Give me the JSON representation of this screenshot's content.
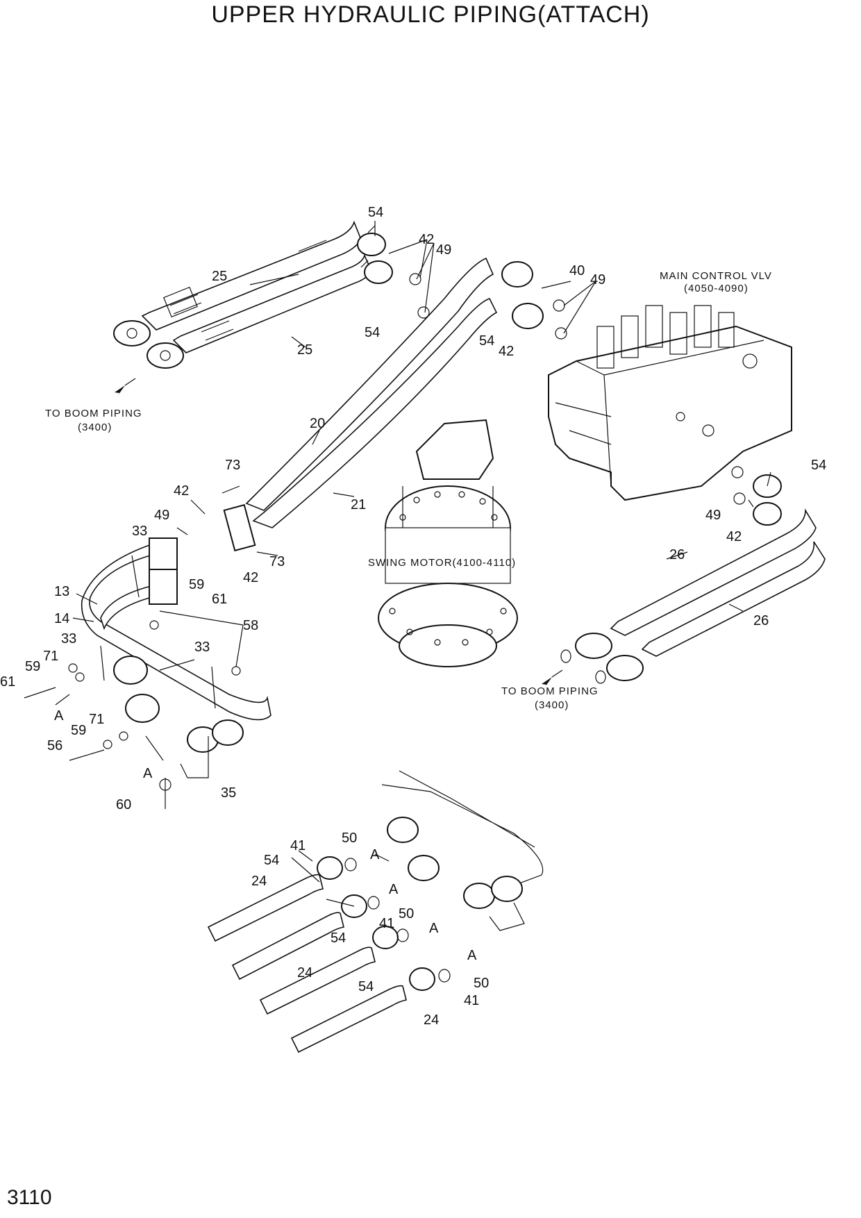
{
  "title": "UPPER HYDRAULIC PIPING(ATTACH)",
  "page_number": "3110",
  "notes": {
    "main_control_valve": "MAIN CONTROL VLV",
    "main_control_valve_ref": "(4050-4090)",
    "swing_motor": "SWING MOTOR(4100-4110)",
    "to_boom_piping_left": "TO BOOM PIPING",
    "to_boom_piping_left_ref": "(3400)",
    "to_boom_piping_right": "TO BOOM PIPING",
    "to_boom_piping_right_ref": "(3400)"
  },
  "callouts": {
    "c54a": "54",
    "c42a": "42",
    "c49a": "49",
    "c25a": "25",
    "c54b": "54",
    "c25b": "25",
    "c40": "40",
    "c49b": "49",
    "c54c": "54",
    "c42b": "42",
    "c20": "20",
    "c21": "21",
    "c73a": "73",
    "c42c": "42",
    "c49c": "49",
    "c73b": "73",
    "c42d": "42",
    "c33a": "33",
    "c13": "13",
    "c14": "14",
    "c59a": "59",
    "c61a": "61",
    "c58": "58",
    "c33b": "33",
    "c33c": "33",
    "c71a": "71",
    "c59b": "59",
    "c61b": "61",
    "cA1": "A",
    "c71b": "71",
    "c59c": "59",
    "c56": "56",
    "cA2": "A",
    "c35": "35",
    "c60": "60",
    "c54d": "54",
    "c49d": "49",
    "c42e": "42",
    "c26a": "26",
    "c26b": "26",
    "c41a": "41",
    "c50a": "50",
    "cA3": "A",
    "c54e": "54",
    "c24a": "24",
    "cA4": "A",
    "c50b": "50",
    "c41b": "41",
    "c54f": "54",
    "cA5": "A",
    "c24b": "24",
    "cA6": "A",
    "c54g": "54",
    "c50c": "50",
    "c41c": "41",
    "c24c": "24"
  }
}
